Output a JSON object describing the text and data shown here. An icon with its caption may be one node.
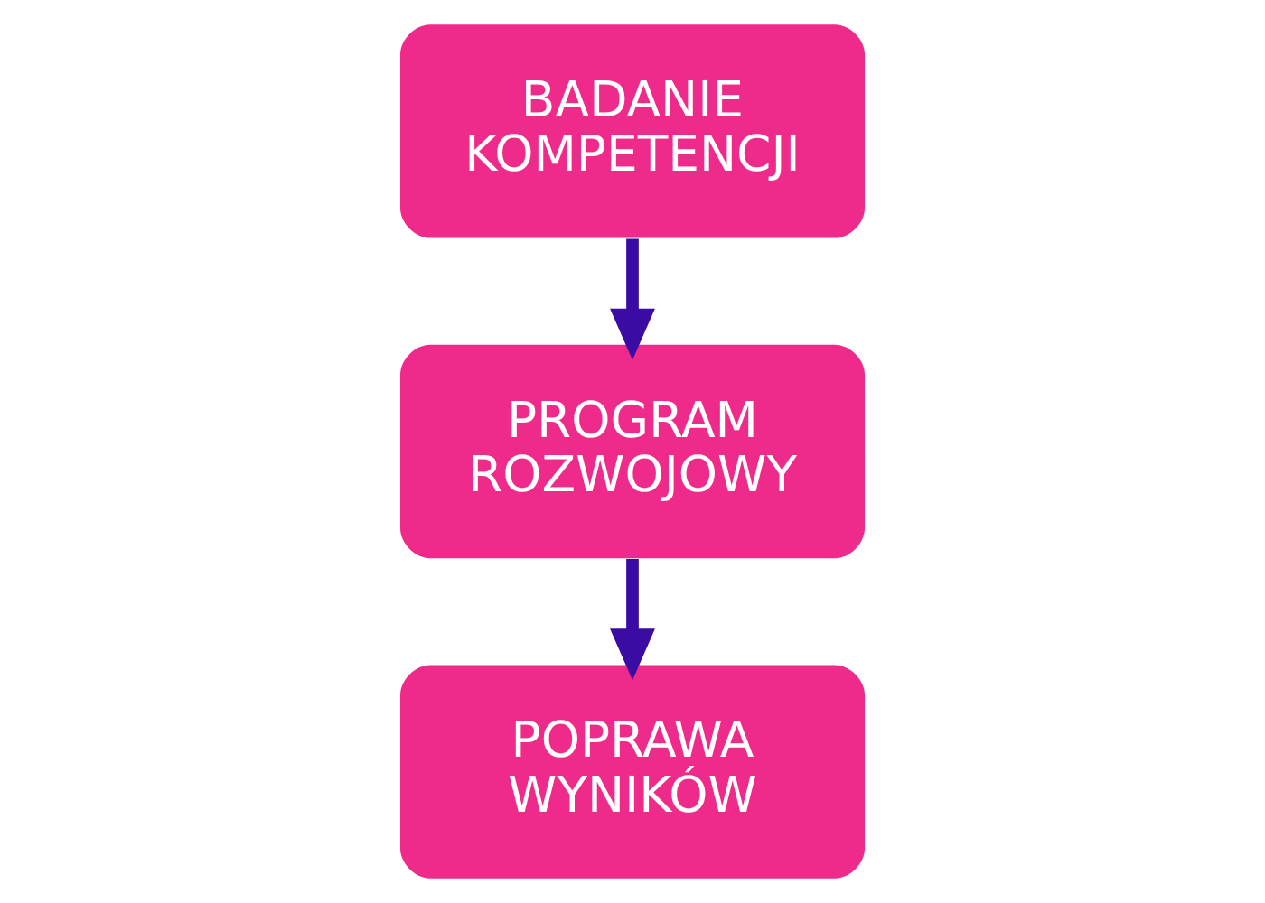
{
  "diagram": {
    "nodes": [
      {
        "text": [
          "BADANIE KOMPETENCJI"
        ]
      },
      {
        "text": [
          "PROGRAM ROZWOJOWY"
        ]
      },
      {
        "text": [
          "POPRAWA WYNIKÓW"
        ]
      }
    ],
    "edges": [
      {
        "from": 0,
        "to": 1,
        "arrow": "to"
      },
      {
        "from": 1,
        "to": 2,
        "arrow": "to"
      }
    ]
  }
}
